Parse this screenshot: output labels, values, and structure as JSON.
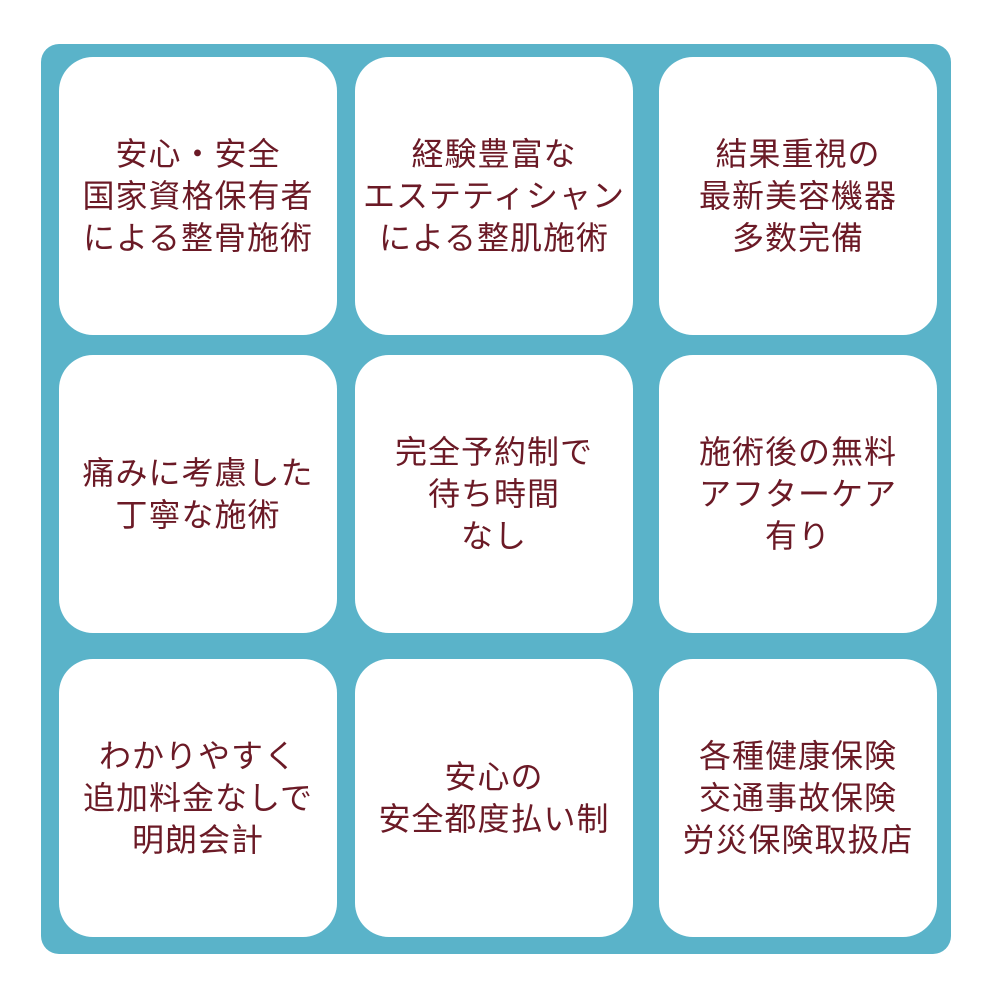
{
  "cards": [
    {
      "lines": [
        "安心・安全",
        "国家資格保有者",
        "による整骨施術"
      ]
    },
    {
      "lines": [
        "経験豊富な",
        "エステティシャン",
        "による整肌施術"
      ]
    },
    {
      "lines": [
        "結果重視の",
        "最新美容機器",
        "多数完備"
      ]
    },
    {
      "lines": [
        "痛みに考慮した",
        "丁寧な施術"
      ]
    },
    {
      "lines": [
        "完全予約制で",
        "待ち時間",
        "なし"
      ]
    },
    {
      "lines": [
        "施術後の無料",
        "アフターケア",
        "有り"
      ]
    },
    {
      "lines": [
        "わかりやすく",
        "追加料金なしで",
        "明朗会計"
      ]
    },
    {
      "lines": [
        "安心の",
        "安全都度払い制"
      ]
    },
    {
      "lines": [
        "各種健康保険",
        "交通事故保険",
        "労災保険取扱店"
      ]
    }
  ],
  "colors": {
    "frame": "#5ab3c9",
    "card": "#ffffff",
    "text": "#6b1a26"
  }
}
